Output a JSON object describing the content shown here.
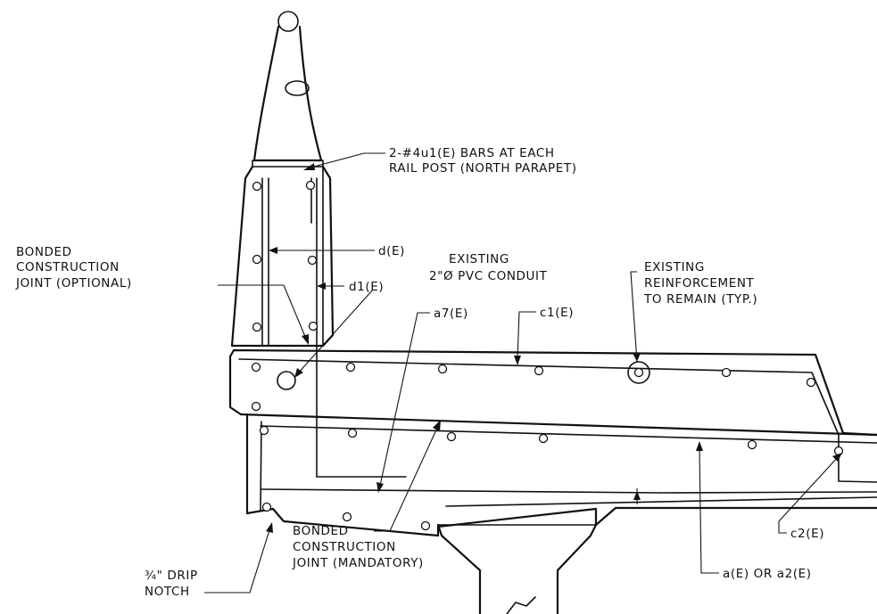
{
  "labels": {
    "rail_post_bars_line1": "2-#4u1(E) BARS AT EACH",
    "rail_post_bars_line2": "RAIL POST (NORTH PARAPET)",
    "bonded_joint_optional_line1": "BONDED",
    "bonded_joint_optional_line2": "CONSTRUCTION",
    "bonded_joint_optional_line3": "JOINT (OPTIONAL)",
    "bar_d": "d(E)",
    "bar_d1": "d1(E)",
    "conduit_line1": "EXISTING",
    "conduit_line2": "2\"Ø PVC CONDUIT",
    "existing_reinf_line1": "EXISTING",
    "existing_reinf_line2": "REINFORCEMENT",
    "existing_reinf_line3": "TO REMAIN (TYP.)",
    "bar_a7": "a7(E)",
    "bar_c1": "c1(E)",
    "bar_c2": "c2(E)",
    "bar_a": "a(E) OR a2(E)",
    "drip_notch_line1": "¾\" DRIP",
    "drip_notch_line2": "NOTCH",
    "bonded_joint_mandatory_line1": "BONDED",
    "bonded_joint_mandatory_line2": "CONSTRUCTION",
    "bonded_joint_mandatory_line3": "JOINT (MANDATORY)"
  }
}
